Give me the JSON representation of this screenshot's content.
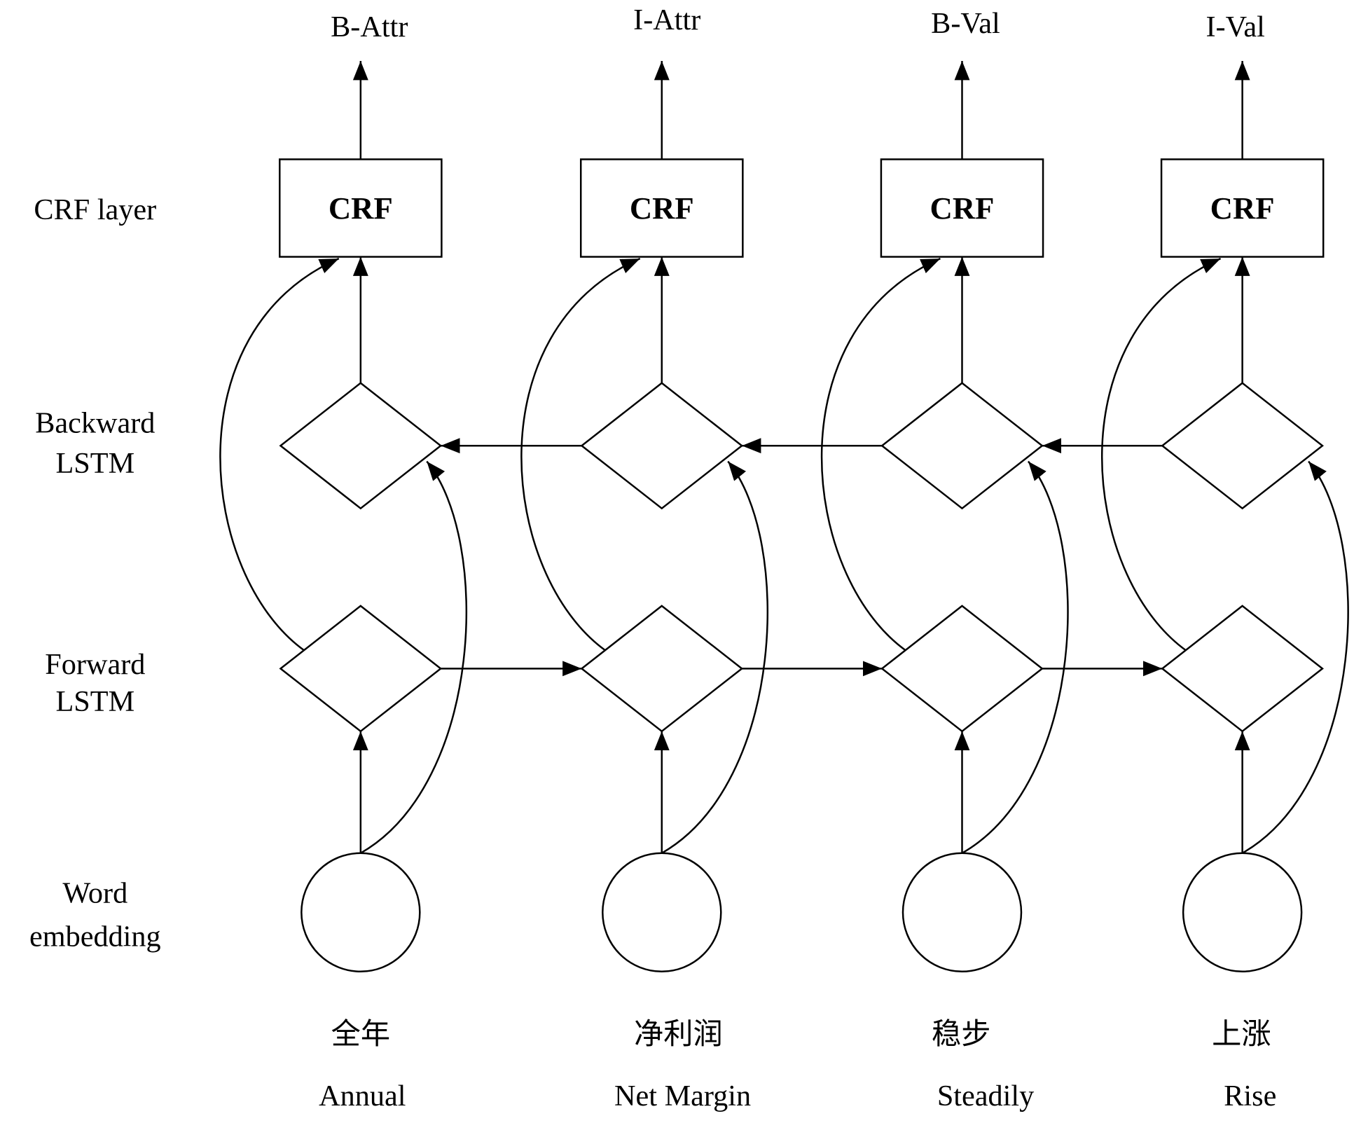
{
  "row_labels": {
    "crf": "CRF layer",
    "backward": [
      "Backward",
      "LSTM"
    ],
    "forward": [
      "Forward",
      "LSTM"
    ],
    "embedding": [
      "Word",
      "embedding"
    ]
  },
  "columns": [
    {
      "tag": "B-Attr",
      "crf": "CRF",
      "token_zh": "全年",
      "token_en": "Annual"
    },
    {
      "tag": "I-Attr",
      "crf": "CRF",
      "token_zh": "净利润",
      "token_en": "Net Margin"
    },
    {
      "tag": "B-Val",
      "crf": "CRF",
      "token_zh": "稳步",
      "token_en": "Steadily"
    },
    {
      "tag": "I-Val",
      "crf": "CRF",
      "token_zh": "上涨",
      "token_en": "Rise"
    }
  ]
}
